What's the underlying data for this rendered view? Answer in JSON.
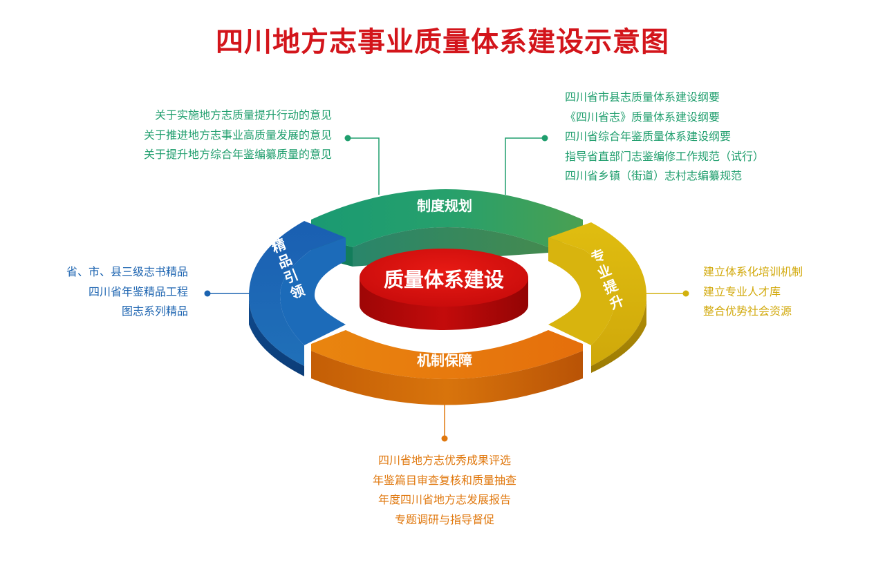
{
  "title": "四川地方志事业质量体系建设示意图",
  "center_label": "质量体系建设",
  "colors": {
    "title": "#d3151b",
    "green": "#1f9e6d",
    "blue": "#1b63b0",
    "yellow": "#d2b10e",
    "orange": "#e0780e",
    "red": "#cc0c0c"
  },
  "segments": {
    "top": "制度规划",
    "left": "精品引领",
    "right": "专业提升",
    "bottom": "机制保障"
  },
  "lists": {
    "top_left": [
      "关于实施地方志质量提升行动的意见",
      "关于推进地方志事业高质量发展的意见",
      "关于提升地方综合年鉴编纂质量的意见"
    ],
    "top_right": [
      "四川省市县志质量体系建设纲要",
      "《四川省志》质量体系建设纲要",
      "四川省综合年鉴质量体系建设纲要",
      "指导省直部门志鉴编修工作规范（试行）",
      "四川省乡镇（街道）志村志编纂规范"
    ],
    "left": [
      "省、市、县三级志书精品",
      "四川省年鉴精品工程",
      "图志系列精品"
    ],
    "right": [
      "建立体系化培训机制",
      "建立专业人才库",
      "整合优势社会资源"
    ],
    "bottom": [
      "四川省地方志优秀成果评选",
      "年鉴篇目审查复核和质量抽查",
      "年度四川省地方志发展报告",
      "专题调研与指导督促"
    ]
  }
}
